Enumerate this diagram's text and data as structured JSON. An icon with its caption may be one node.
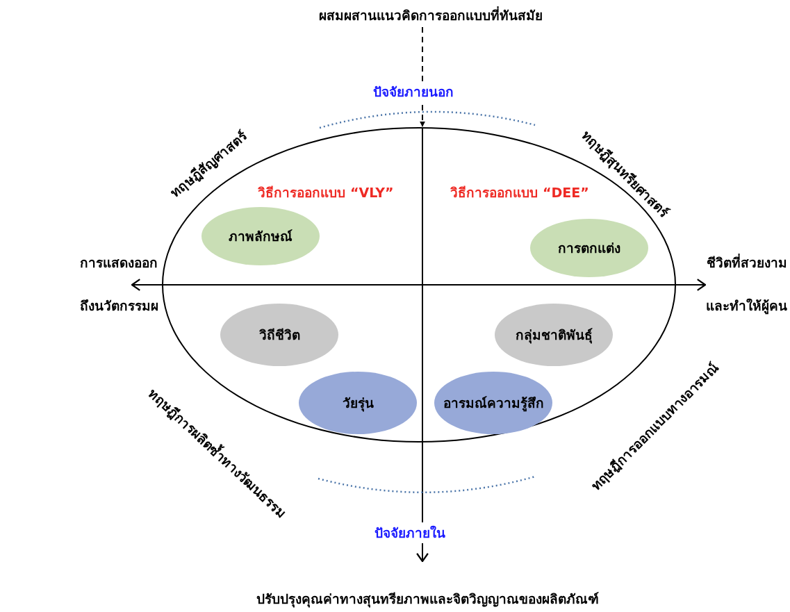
{
  "diagram": {
    "nodes": [
      {
        "text": [
          "ผสมผสานแนวคิดการออกแบบที่ทันสมัย"
        ]
      },
      {
        "text": [
          "วิธีการออกแบบ “VLY”",
          "วิธีการออกแบบ “DEE”"
        ]
      },
      {
        "text": [
          "ภาพลักษณ์"
        ],
        "in": 1
      },
      {
        "text": [
          "การตกแต่ง"
        ],
        "in": 1
      },
      {
        "text": [
          "วิถีชีวิต"
        ],
        "in": 1
      },
      {
        "text": [
          "กลุ่มชาติพันธุ์"
        ],
        "in": 1
      },
      {
        "text": [
          "วัยรุ่น"
        ],
        "in": 1
      },
      {
        "text": [
          "อารมณ์ความรู้สึก"
        ],
        "in": 1
      },
      {
        "text": [
          "ปรับปรุงคุณค่าทางสุนทรียภาพและจิตวิญญาณของผลิตภัณฑ์"
        ]
      }
    ],
    "edges": [
      {
        "from": 0,
        "to": 1,
        "arrow": "to",
        "style": "dashed"
      },
      {
        "from": 1,
        "to": 8,
        "arrow": "to"
      }
    ],
    "labels": [
      "ปัจจัยภายนอก",
      "ทฤษฎีสัญศาสตร์",
      "ทฤษฎีสุนทรียศาสตร์",
      "การแสดงออก",
      "ชีวิตที่สวยงาม",
      "ถึงนวัตกรรมผ",
      "และทำให้ผู้คน",
      "ทฤษฎีการผลิตซ้ำทางวัฒนธรรม",
      "ทฤษฎีการออกแบบทางอารมณ์",
      "ปัจจัยภายใน"
    ]
  }
}
